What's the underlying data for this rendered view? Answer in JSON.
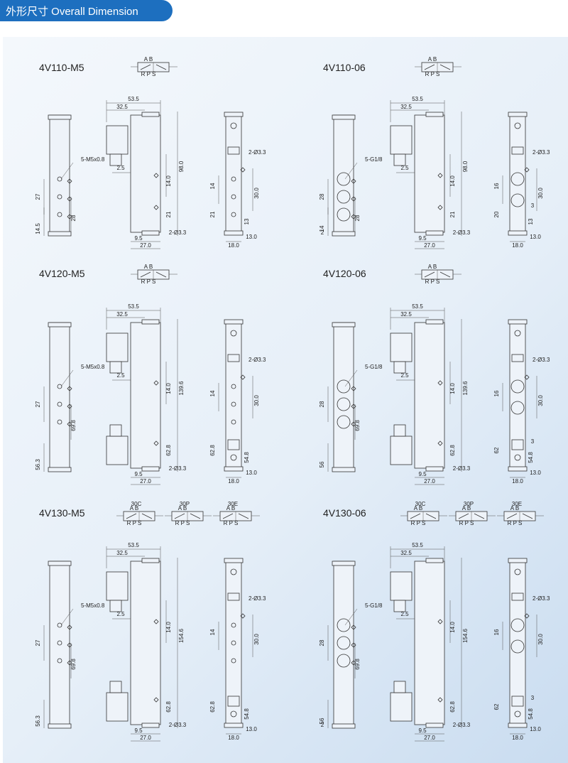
{
  "header": {
    "title": "外形尺寸 Overall Dimension",
    "accent_color": "#1d6fbf"
  },
  "symbols": {
    "port_top": "A B",
    "port_bottom": "R P S",
    "variants": [
      "30C",
      "30P",
      "30E"
    ]
  },
  "models": [
    {
      "name": "4V110-M5",
      "port_label": "5-M5x0.8",
      "dims": {
        "width_total": "53.5",
        "width_inner": "32.5",
        "offset": "2.5",
        "height": "98.0",
        "upper": "14.0",
        "lower": "21",
        "side_upper": "27",
        "side_lower": "28",
        "base": "14.5",
        "bottom_left": "9.5",
        "bottom": "27.0",
        "mount_hole": "2-Ø3.3",
        "r_h1": "14",
        "r_h2": "21",
        "r_center": "30.0",
        "r_low": "13",
        "r_bottom": "18.0",
        "r_bottom2": "13.0"
      }
    },
    {
      "name": "4V110-06",
      "port_label": "5-G1/8",
      "dims": {
        "width_total": "53.5",
        "width_inner": "32.5",
        "offset": "2.5",
        "height": "98.0",
        "upper": "14.0",
        "lower": "21",
        "side_upper": "28",
        "side_lower": "28",
        "base": "14",
        "base_small": "2",
        "bottom_left": "9.5",
        "bottom": "27.0",
        "mount_hole": "2-Ø3.3",
        "r_h1": "16",
        "r_h2": "20",
        "r_center": "30.0",
        "r_low": "13",
        "r_small": "3",
        "r_bottom": "18.0",
        "r_bottom2": "13.0"
      }
    },
    {
      "name": "4V120-M5",
      "port_label": "5-M5x0.8",
      "dims": {
        "width_total": "53.5",
        "width_inner": "32.5",
        "offset": "2.5",
        "height": "139.6",
        "upper": "14.0",
        "lower": "62.8",
        "side_upper": "27",
        "side_lower": "69.8",
        "base": "56.3",
        "bottom_left": "9.5",
        "bottom": "27.0",
        "mount_hole": "2-Ø3.3",
        "r_h1": "14",
        "r_h2": "62.8",
        "r_center": "30.0",
        "r_low": "54.8",
        "r_bottom": "18.0",
        "r_bottom2": "13.0"
      }
    },
    {
      "name": "4V120-06",
      "port_label": "5-G1/8",
      "dims": {
        "width_total": "53.5",
        "width_inner": "32.5",
        "offset": "2.5",
        "height": "139.6",
        "upper": "14.0",
        "lower": "62.8",
        "side_upper": "28",
        "side_lower": "69.8",
        "base": "56",
        "bottom_left": "9.5",
        "bottom": "27.0",
        "mount_hole": "2-Ø3.3",
        "r_h1": "16",
        "r_h2": "62",
        "r_center": "30.0",
        "r_low": "54.8",
        "r_small": "3",
        "r_bottom": "18.0",
        "r_bottom2": "13.0"
      }
    },
    {
      "name": "4V130-M5",
      "port_label": "5-M5x0.8",
      "dims": {
        "width_total": "53.5",
        "width_inner": "32.5",
        "offset": "2.5",
        "height": "154.6",
        "upper": "14.0",
        "lower": "62.8",
        "side_upper": "27",
        "side_lower": "69.8",
        "base": "56.3",
        "bottom_left": "9.5",
        "bottom": "27.0",
        "mount_hole": "2-Ø3.3",
        "r_h1": "14",
        "r_h2": "62.8",
        "r_center": "30.0",
        "r_low": "54.8",
        "r_bottom": "18.0",
        "r_bottom2": "13.0"
      }
    },
    {
      "name": "4V130-06",
      "port_label": "5-G1/8",
      "dims": {
        "width_total": "53.5",
        "width_inner": "32.5",
        "offset": "2.5",
        "height": "154.6",
        "upper": "14.0",
        "lower": "62.8",
        "side_upper": "28",
        "side_lower": "69.8",
        "base": "56",
        "base_small": "2",
        "bottom_left": "9.5",
        "bottom": "27.0",
        "mount_hole": "2-Ø3.3",
        "r_h1": "16",
        "r_h2": "62",
        "r_center": "30.0",
        "r_low": "54.8",
        "r_small": "3",
        "r_bottom": "18.0",
        "r_bottom2": "13.0"
      }
    }
  ]
}
